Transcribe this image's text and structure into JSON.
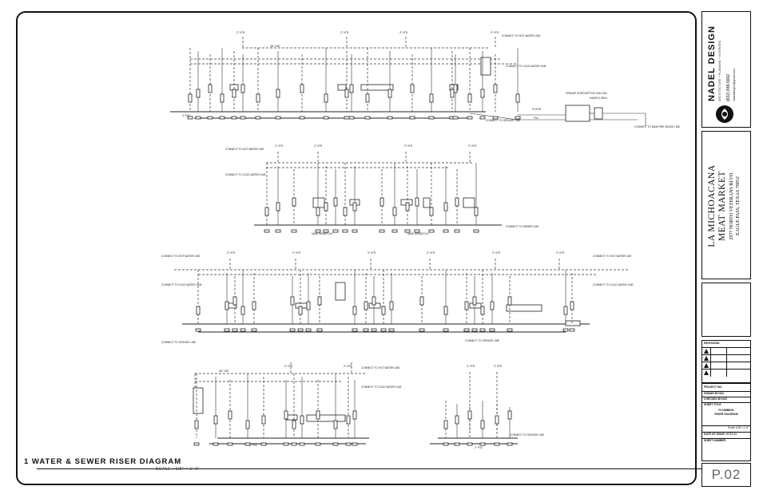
{
  "drawing": {
    "title": "1 WATER & SEWER RISER DIAGRAM",
    "scale": "SCALE : 1/8\" = 1'-0\"",
    "labels": {
      "vtr": "3\" VTR",
      "hot_water": "CONNECT TO HOT WATER LINE",
      "cold_water": "CONNECT TO COLD WATER LINE",
      "sewer": "CONNECT TO SEWER LINE",
      "grease": "CONNECT TO GREASE LINE",
      "grease_interceptor": "GREASE INTERCEPTOR 1000 GAL",
      "sample_well": "SAMPLE WELL",
      "connect_main": "CONNECT TO MAIN PRE GEASE LINE",
      "floor": "FLOOR",
      "fill": "FILL",
      "pipe_34": "3/4\" HW",
      "pipe_12": "1/2\" CW",
      "pipe_4": "4\" PVC",
      "pipe_2": "2\" PVC",
      "main_sewer": "MAIN SEWER 3/4\""
    }
  },
  "company": {
    "name": "NADEL DESIGN",
    "tagline": "ARCHITECTURE + PLANNING + INTERIORS",
    "phone": "(832) 848-5902",
    "email": "nadeldesign1@gmail.com"
  },
  "project": {
    "name_line1": "LA MICHOACANA",
    "name_line2": "MEAT MARKET",
    "address_line1": "2977 NORTH VETERANS BLVD.",
    "address_line2": "EAGLE PASS, TEXAS 78852"
  },
  "title_block": {
    "revisions_label": "REVISIONS",
    "project_no": "PROJECT NO:",
    "drawn_by": "DRAWN BY:002",
    "checked_by": "CHECKED BY:002",
    "sheet_title_label": "SHEET TITLE",
    "sheet_title_1": "PLUMBING",
    "sheet_title_2": "RISER DIAGRAM",
    "scale_row": "Scale 1/16\"=1'-0\"",
    "date_of_issue": "DATE OF ISSUE: 07.07.21",
    "sheet_number_label": "SHEET NUMBER",
    "sheet_number": "P.02"
  }
}
